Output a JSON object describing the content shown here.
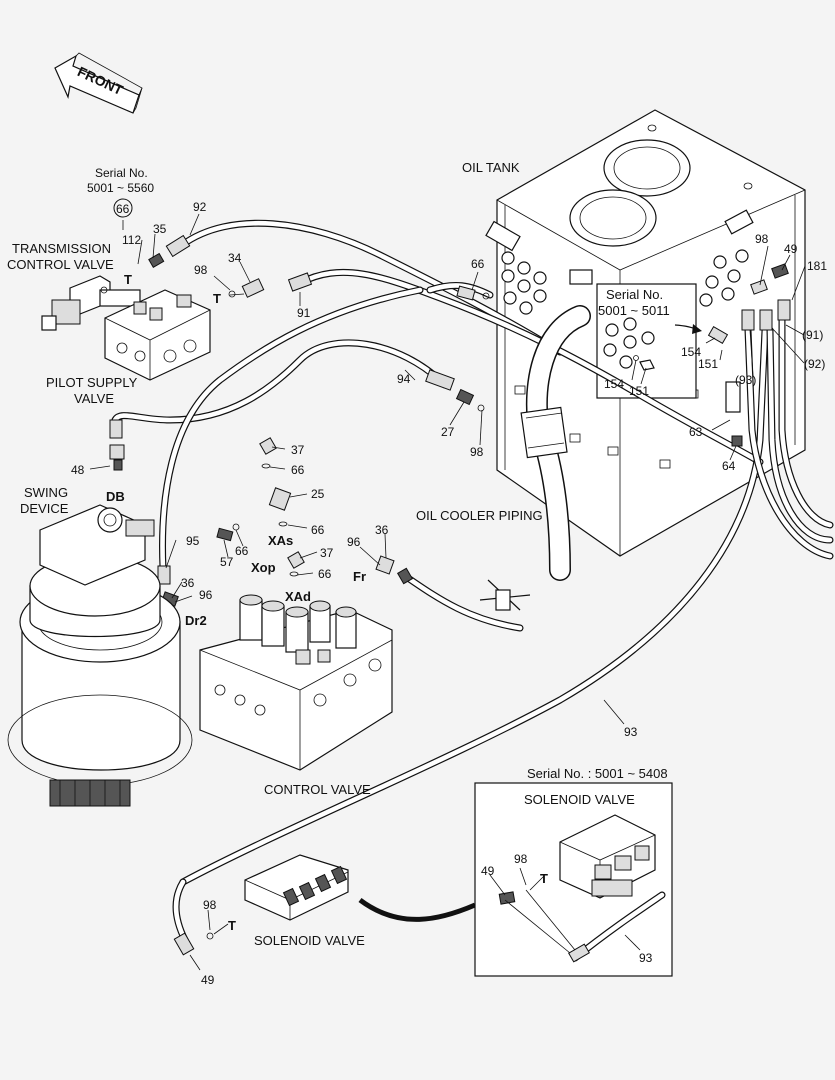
{
  "direction_label": "FRONT",
  "labels": {
    "oil_tank": "OIL TANK",
    "transmission_control_valve": [
      "TRANSMISSION",
      "CONTROL VALVE"
    ],
    "pilot_supply_valve": [
      "PILOT SUPPLY",
      "VALVE"
    ],
    "swing_device": [
      "SWING",
      "DEVICE"
    ],
    "oil_cooler_piping": "OIL COOLER PIPING",
    "control_valve": "CONTROL VALVE",
    "solenoid_valve_main": "SOLENOID VALVE",
    "solenoid_valve_inset": "SOLENOID VALVE"
  },
  "serials": {
    "top_left_title": "Serial No.",
    "top_left_range": "5001 ~ 5560",
    "tank_inset_title": "Serial No.",
    "tank_inset_range": "5001 ~ 5011",
    "bottom_inset": "Serial No.  : 5001 ~ 5408"
  },
  "ports": {
    "T1": "T",
    "T2": "T",
    "DB": "DB",
    "XAs": "XAs",
    "Xop": "Xop",
    "XAd": "XAd",
    "Fr": "Fr",
    "Dr2": "Dr2",
    "T3": "T",
    "T4": "T"
  },
  "part_numbers": {
    "p66_circled": "66",
    "p112": "112",
    "p35": "35",
    "p92": "92",
    "p98_a": "98",
    "p34": "34",
    "p91": "91",
    "p66_a": "66",
    "p94": "94",
    "p27": "27",
    "p98_b": "98",
    "p48": "48",
    "p95": "95",
    "p37_a": "37",
    "p66_b": "66",
    "p25": "25",
    "p66_c": "66",
    "p66_d": "66",
    "p57": "57",
    "p37_b": "37",
    "p66_e": "66",
    "p36_a": "36",
    "p96_a": "96",
    "p36_b": "36",
    "p96_b": "96",
    "p98_c": "98",
    "p49_a": "49",
    "p181": "181",
    "p91_paren": "(91)",
    "p92_paren": "(92)",
    "p93_paren": "(93)",
    "p154_a": "154",
    "p151_a": "151",
    "p154_b": "154",
    "p151_b": "151",
    "p63": "63",
    "p64": "64",
    "p93": "93",
    "p49_b": "49",
    "p98_d": "98",
    "p98_e": "98",
    "p49_c": "49",
    "p93_b": "93"
  }
}
